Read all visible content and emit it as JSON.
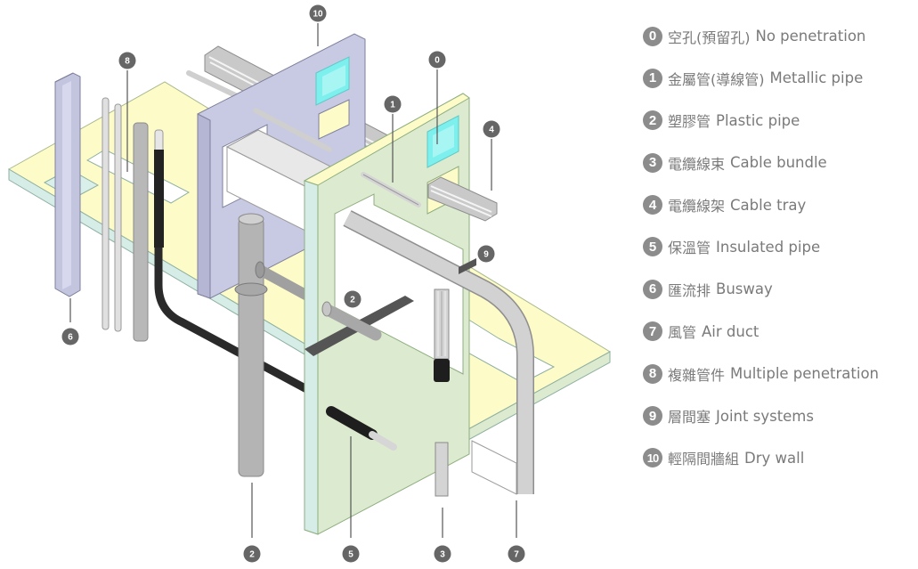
{
  "figure": {
    "type": "isometric building penetration diagram",
    "colors": {
      "slab_top": "#fdfcc8",
      "slab_edge": "#d6ece6",
      "drywall_lilac": "#c8c9e2",
      "wall_green": "#dcebcf",
      "opening_cyan": "#7df0ee",
      "pipe_grey": "#b4b4b4",
      "cable_black": "#2a2a2a",
      "joint_dark": "#555555",
      "badge_grey": "#8c8c8c",
      "text_grey": "#7a7a7a"
    },
    "callouts": [
      {
        "id": "10",
        "label": "10"
      },
      {
        "id": "8",
        "label": "8"
      },
      {
        "id": "0",
        "label": "0"
      },
      {
        "id": "1",
        "label": "1"
      },
      {
        "id": "4",
        "label": "4"
      },
      {
        "id": "9",
        "label": "9"
      },
      {
        "id": "2a",
        "label": "2"
      },
      {
        "id": "6",
        "label": "6"
      },
      {
        "id": "2b",
        "label": "2"
      },
      {
        "id": "5",
        "label": "5"
      },
      {
        "id": "3",
        "label": "3"
      },
      {
        "id": "7",
        "label": "7"
      }
    ]
  },
  "legend": {
    "items": [
      {
        "num": "0",
        "zh": "空孔(預留孔)",
        "en": "No penetration"
      },
      {
        "num": "1",
        "zh": "金屬管(導線管)",
        "en": "Metallic pipe"
      },
      {
        "num": "2",
        "zh": "塑膠管",
        "en": "Plastic pipe"
      },
      {
        "num": "3",
        "zh": "電纜線束",
        "en": "Cable bundle"
      },
      {
        "num": "4",
        "zh": "電纜線架",
        "en": "Cable tray"
      },
      {
        "num": "5",
        "zh": "保溫管",
        "en": "Insulated pipe"
      },
      {
        "num": "6",
        "zh": "匯流排",
        "en": "Busway"
      },
      {
        "num": "7",
        "zh": "風管",
        "en": "Air duct"
      },
      {
        "num": "8",
        "zh": "複雜管件",
        "en": "Multiple penetration"
      },
      {
        "num": "9",
        "zh": "層間塞",
        "en": "Joint systems"
      },
      {
        "num": "10",
        "zh": "輕隔間牆組",
        "en": "Dry wall"
      }
    ]
  }
}
